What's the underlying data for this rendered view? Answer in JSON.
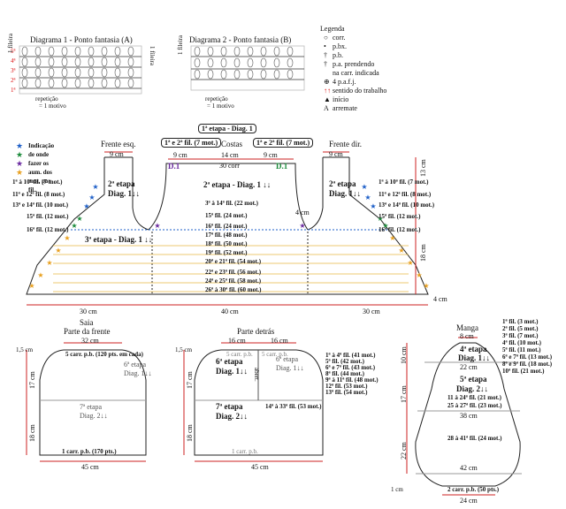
{
  "diagram1": {
    "title": "Diagrama 1 - Ponto fantasia (A)",
    "repeat_a": "repetição",
    "repeat_b": "= 1 motivo",
    "side_label": "1 fileira",
    "right_label": "1 fileira",
    "rows": [
      "5ª",
      "4ª",
      "3ª",
      "2ª",
      "1ª"
    ]
  },
  "diagram2": {
    "title": "Diagrama 2 - Ponto fantasia (B)",
    "repeat_a": "repetição",
    "repeat_b": "= 1 motivo",
    "side_label": "1 fileira"
  },
  "legend": {
    "title": "Legenda",
    "items": [
      "corr.",
      "p.bx.",
      "p.b.",
      "p.a. prendendo",
      "na carr. indicada",
      "4 p.a.f.j.",
      "sentido do trabalho",
      "início",
      "arremate"
    ]
  },
  "color_key": {
    "text": [
      "Indicação de onde",
      "fazer os aum. dos",
      "mot. por fil.."
    ],
    "colors": [
      "#1e5fc8",
      "#1a8a3a",
      "#6a2aa0",
      "#e8a020"
    ]
  },
  "body": {
    "etapa1": "1ª etapa - Diag. 1",
    "etapa1_left": "1ª e 2ª fil. (7 mot.)",
    "etapa1_right": "1ª e 2ª fil. (7 mot.)",
    "frente_esq": "Frente esq.",
    "costas": "Costas",
    "frente_dir": "Frente dir.",
    "w9a": "9 cm",
    "w9b": "9 cm",
    "w14": "14 cm",
    "w9c": "9 cm",
    "w9d": "9 cm",
    "d1a": "D.1",
    "d1b": "D.1",
    "corr30": "30 corr",
    "etapa2_left": "2ª etapa",
    "diag1_left": "Diag. 1↓↓",
    "etapa2_center": "2ª etapa - Diag. 1 ↓↓",
    "etapa2_right": "2ª etapa",
    "diag1_right": "Diag. 1↓↓",
    "etapa3": "3ª etapa - Diag. 1 ↓↓",
    "left_rows": [
      "1ª à 10ª fil. (7 mot.)",
      "11ª e 12ª fil. (8 mot.)",
      "13ª e 14ª fil. (10 mot.)",
      "15ª fil. (12 mot.)",
      "16ª fil. (12 mot.)"
    ],
    "right_rows": [
      "1ª à 10ª fil. (7 mot.)",
      "11ª e 12ª fil. (8 mot.)",
      "13ª e 14ª fil. (10 mot.)",
      "15ª fil. (12 mot.)",
      "16ª fil. (12 mot.)"
    ],
    "center_rows": [
      "3ª à 14ª fil. (22 mot.)",
      "15ª fil. (24 mot.)",
      "16ª fil. (24 mot.)",
      "17ª fil. (48 mot.)",
      "18ª fil. (50 mot.)",
      "19ª fil. (52 mot.)",
      "20ª e 21ª fil. (54 mot.)",
      "22ª e 23ª fil. (56 mot.)",
      "24ª e 25ª fil. (58 mot.)",
      "26ª à 30ª fil. (60 mot.)"
    ],
    "v13": "13 cm",
    "v4a": "4 cm",
    "v18": "18 cm",
    "v4b": "4 cm",
    "w30a": "30 cm",
    "w40": "40 cm",
    "w30b": "30 cm"
  },
  "saia_frente": {
    "title1": "Saia",
    "title2": "Parte da frente",
    "top": "32 cm",
    "v15": "1,5 cm",
    "first_row": "5 carr. p.b. (120 pts. em cada)",
    "etapa6": "6ª etapa",
    "diag6": "Diag. 1↓↓",
    "etapa7": "7ª etapa",
    "diag7": "Diag. 2↓↓",
    "v17": "17 cm",
    "v18": "18 cm",
    "bottom_row": "1 carr. p.b. (170 pts.)",
    "bottom": "45 cm"
  },
  "saia_tras": {
    "title": "Parte detrás",
    "top_l": "16 cm",
    "top_r": "16 cm",
    "v15": "1,5 cm",
    "row_l": "5 carr. p.b.",
    "row_r": "5 carr. p.b.",
    "etapa6_l": "6ª etapa",
    "diag6_l": "Diag. 1↓↓",
    "etapa6_r": "6ª etapa",
    "diag6_r": "Diag. 1↓↓",
    "abertura": "abert.",
    "v17": "17 cm",
    "v18": "18 cm",
    "rows": [
      "1ª à 4ª fil. (41 mot.)",
      "5ª fil. (42 mot.)",
      "6ª e 7ª fil. (43 mot.)",
      "8ª fil. (44 mot.)",
      "9ª à 11ª fil. (48 mot.)",
      "12ª fil. (53 mot.)",
      "13ª fil. (54 mot.)"
    ],
    "etapa7": "7ª etapa",
    "diag7": "Diag. 2↓↓",
    "mid_row": "14ª à 33ª fil. (53 mot.)",
    "bottom_row": "1 carr. p.b.",
    "bottom": "45 cm"
  },
  "manga": {
    "title": "Manga",
    "top": "8 cm",
    "v10": "10 cm",
    "v17": "17 cm",
    "v22": "22 cm",
    "v1": "1 cm",
    "etapa4": "4ª etapa",
    "diag4": "Diag. 1↓↓",
    "w22": "22 cm",
    "etapa5": "5ª etapa",
    "diag5": "Diag. 2↓↓",
    "rows": [
      "1ª fil. (3 mot.)",
      "2ª fil. (5 mot.)",
      "3ª fil. (7 mot.)",
      "4ª fil. (10 mot.)",
      "5ª fil. (11 mot.)",
      "6ª e 7ª fil. (13 mot.)",
      "8ª e 9ª fil. (18 mot.)",
      "10ª fil. (21 mot.)"
    ],
    "mid_rows": [
      "11 à 24ª fil. (21 mot.)",
      "25 à 27ª fil. (23 mot.)"
    ],
    "w38": "38 cm",
    "low_row": "28 à 41ª fil. (24 mot.)",
    "w42": "42 cm",
    "bottom_row": "2 carr. p.b. (50 pts.)",
    "bottom": "24 cm"
  }
}
